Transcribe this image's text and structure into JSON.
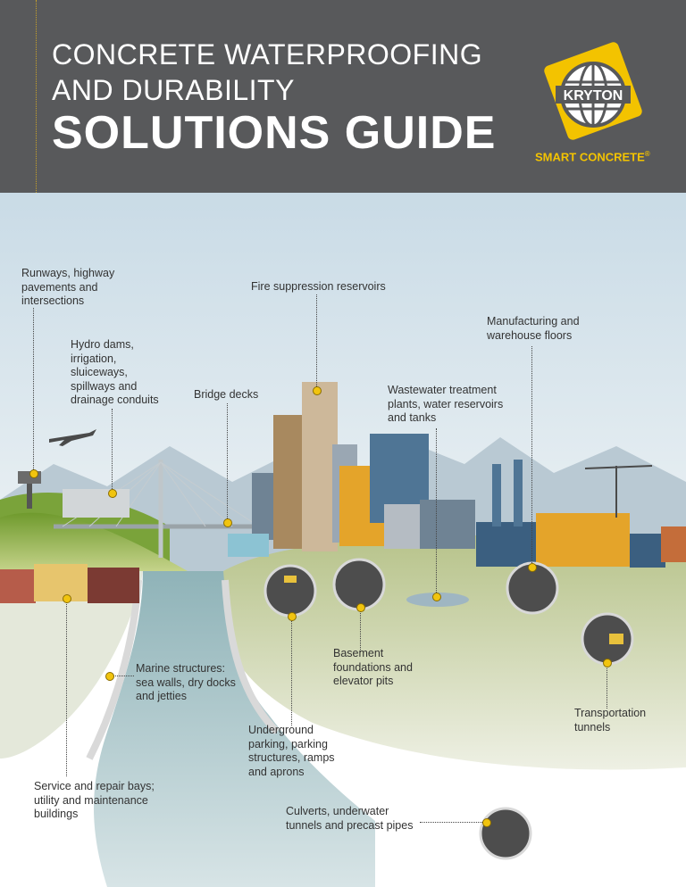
{
  "header": {
    "title_line1": "CONCRETE WATERPROOFING",
    "title_line2": "AND DURABILITY",
    "title_line3": "SOLUTIONS GUIDE",
    "brand": "KRYTON",
    "registered": "®",
    "tagline": "SMART CONCRETE",
    "tagline_mark": "®",
    "brand_color": "#f3c300",
    "header_color": "#58595b"
  },
  "callouts": {
    "runways": "Runways, highway pavements and intersections",
    "hydro": "Hydro dams, irrigation, sluiceways, spillways and drainage conduits",
    "bridge": "Bridge decks",
    "fire": "Fire suppression reservoirs",
    "manufacturing": "Manufacturing and warehouse floors",
    "wastewater": "Wastewater treatment plants, water reservoirs and tanks",
    "basement": "Basement foundations and elevator pits",
    "marine": "Marine structures: sea walls, dry docks and jetties",
    "transport": "Transportation tunnels",
    "underground": "Underground parking, parking structures, ramps and aprons",
    "service": "Service and repair bays; utility and maintenance buildings",
    "culverts": "Culverts, underwater tunnels and precast pipes"
  },
  "icons": {
    "logo": "kryton-globe-logo",
    "airplane": "airplane-icon",
    "control_tower": "control-tower-icon",
    "suspension_bridge": "bridge-icon",
    "crane": "crane-icon",
    "factory": "factory-icon",
    "water_tank": "water-tank-icon",
    "forklift": "forklift-icon",
    "car": "car-icon",
    "truck": "truck-icon",
    "pipes": "pipe-icon"
  }
}
